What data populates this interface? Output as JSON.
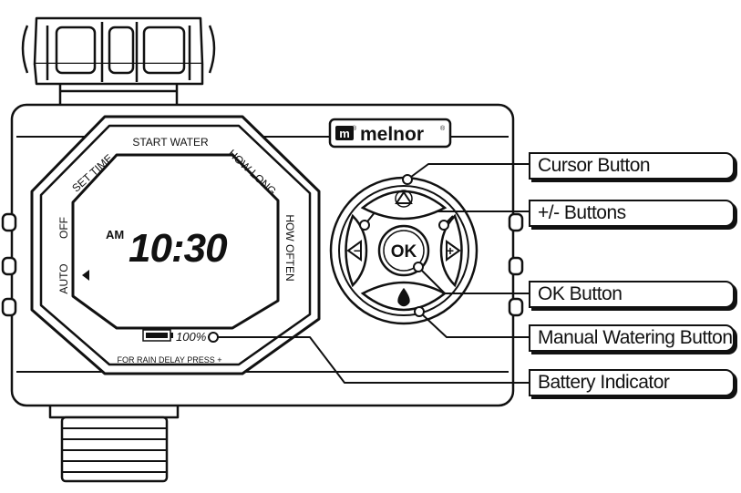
{
  "device": {
    "brand": "melnor",
    "brand_mark": "m",
    "registered": "®"
  },
  "display": {
    "time": "10:30",
    "meridiem": "AM",
    "labels": {
      "start_water": "START WATER",
      "set_time": "SET TIME",
      "how_long": "HOW LONG",
      "off": "OFF",
      "how_often": "HOW OFTEN",
      "auto": "AUTO"
    },
    "battery_percent": "100%",
    "rain_delay_hint": "FOR RAIN DELAY PRESS +"
  },
  "buttons": {
    "ok": "OK",
    "minus": "−",
    "plus": "+"
  },
  "callouts": [
    {
      "id": "cursor",
      "label": "Cursor Button"
    },
    {
      "id": "plus-minus",
      "label": "+/- Buttons"
    },
    {
      "id": "ok",
      "label": "OK Button"
    },
    {
      "id": "manual",
      "label": "Manual Watering Button"
    },
    {
      "id": "battery",
      "label": "Battery Indicator"
    }
  ]
}
